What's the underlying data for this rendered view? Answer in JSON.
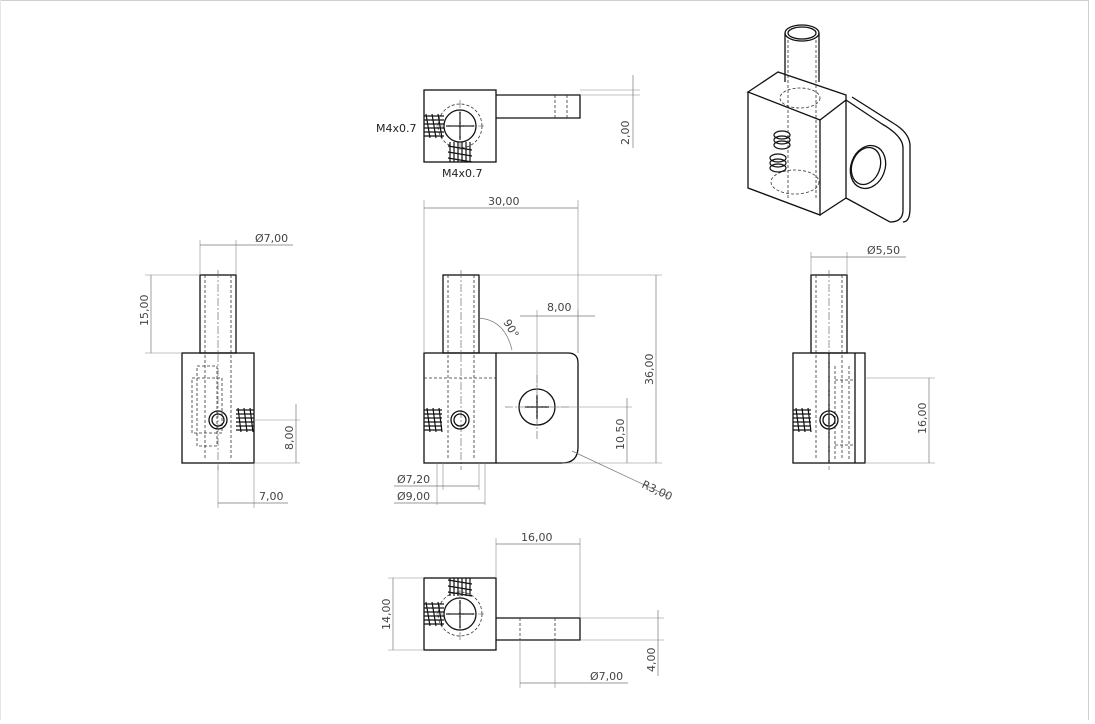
{
  "drawing": {
    "annotations": {
      "top_thread_side": "M4x0.7",
      "top_thread_bottom": "M4x0.7"
    },
    "dimensions": {
      "top_arm_thickness": "2,00",
      "width_total": "30,00",
      "left_pin_dia": "Ø7,00",
      "left_pin_height": "15,00",
      "left_hole_height": "8,00",
      "left_hole_offset": "7,00",
      "hole_offset": "8,00",
      "angle": "90°",
      "height_total": "36,00",
      "hole_height": "10,50",
      "corner_radius": "R3,00",
      "bore_dia_small": "Ø7,20",
      "bore_dia_large": "Ø9,00",
      "right_pin_dia": "Ø5,50",
      "right_height": "16,00",
      "bottom_arm_length": "16,00",
      "bottom_block_size": "14,00",
      "bottom_arm_thickness": "4,00",
      "bottom_pin_dia": "Ø7,00"
    }
  }
}
